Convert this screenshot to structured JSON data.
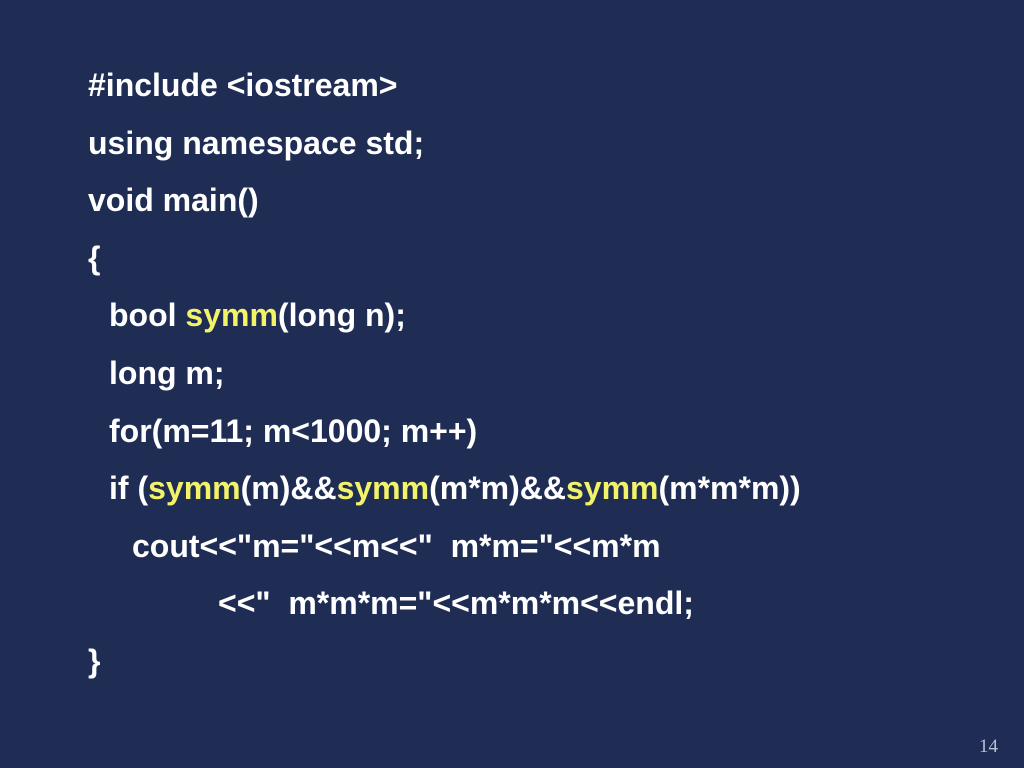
{
  "slide": {
    "page_number": "14",
    "highlight_color": "#f3f369",
    "text_color": "#ffffff",
    "background_color": "#1f2d55"
  },
  "code": {
    "line1": "#include <iostream>",
    "line2": "using namespace std;",
    "line3": "void main()",
    "line4": "{",
    "line5": {
      "pre": "bool ",
      "fn": "symm",
      "post": "(long n);"
    },
    "line6": "long m;",
    "line7": "for(m=11; m<1000; m++)",
    "line8": {
      "part1": "if (",
      "fn1": "symm",
      "part2": "(m)&&",
      "fn2": "symm",
      "part3": "(m*m)&&",
      "fn3": "symm",
      "part4": "(m*m*m))"
    },
    "line9": "cout<<\"m=\"<<m<<\"  m*m=\"<<m*m",
    "line10": "<<\"  m*m*m=\"<<m*m*m<<endl;",
    "line11": "}"
  }
}
